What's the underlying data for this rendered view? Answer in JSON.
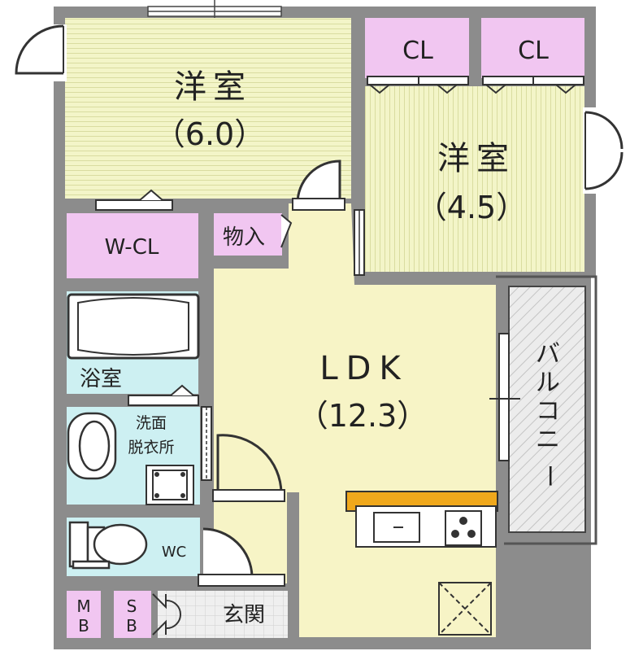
{
  "rooms": {
    "western1": {
      "name": "洋室",
      "size": "（6.0）"
    },
    "western2": {
      "name": "洋室",
      "size": "（4.5）"
    },
    "ldk": {
      "name": "LDK",
      "size": "（12.3）"
    },
    "closet1": {
      "name": "CL"
    },
    "closet2": {
      "name": "CL"
    },
    "wcl": {
      "name": "W-CL"
    },
    "storage": {
      "name": "物入"
    },
    "bath": {
      "name": "浴室"
    },
    "washroom": {
      "line1": "洗面",
      "line2": "脱衣所"
    },
    "wc": {
      "name": "WC"
    },
    "balcony": {
      "chars": [
        "バ",
        "ル",
        "コ",
        "ニ",
        "ー"
      ]
    },
    "entrance": {
      "name": "玄関"
    },
    "mb": {
      "chars": [
        "M",
        "B"
      ]
    },
    "sb": {
      "chars": [
        "S",
        "B"
      ]
    }
  },
  "colors": {
    "wall": "#8c8c8c",
    "tatami": "#f3f5c8",
    "ldk_floor": "#f7f4c6",
    "closet": "#f1c6f1",
    "wet_area": "#cdf0f2",
    "balcony": "#e8e8e8",
    "counter": "#f0a81c"
  }
}
